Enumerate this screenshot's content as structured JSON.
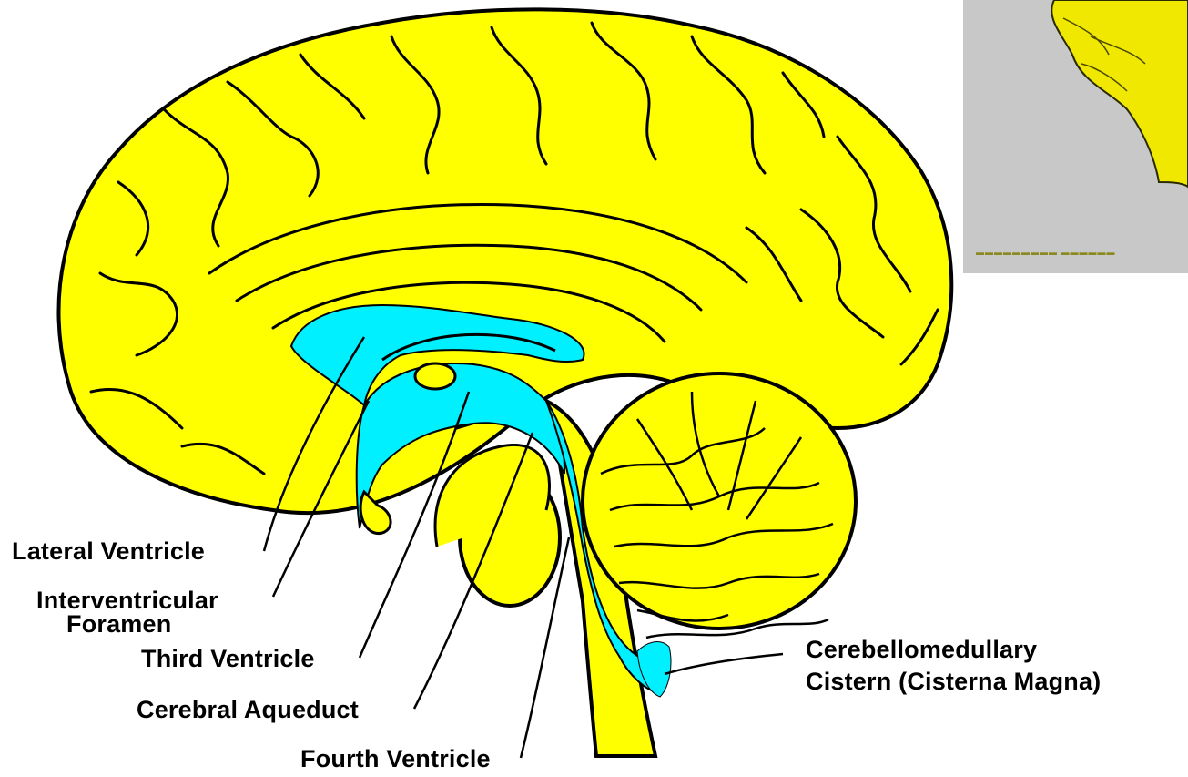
{
  "diagram": {
    "colors": {
      "brain": "#ffff00",
      "ventricle": "#00f0ff",
      "outline": "#000000",
      "inset_background": "#c8c8c8"
    },
    "labels": {
      "lateral_ventricle": "Lateral Ventricle",
      "interventricular_foramen_line1": "Interventricular",
      "interventricular_foramen_line2": "Foramen",
      "third_ventricle": "Third Ventricle",
      "cerebral_aqueduct": "Cerebral Aqueduct",
      "fourth_ventricle": "Fourth Ventricle",
      "cisterna_magna_line1": "Cerebellomedullary",
      "cisterna_magna_line2": "Cistern (Cisterna Magna)"
    }
  }
}
